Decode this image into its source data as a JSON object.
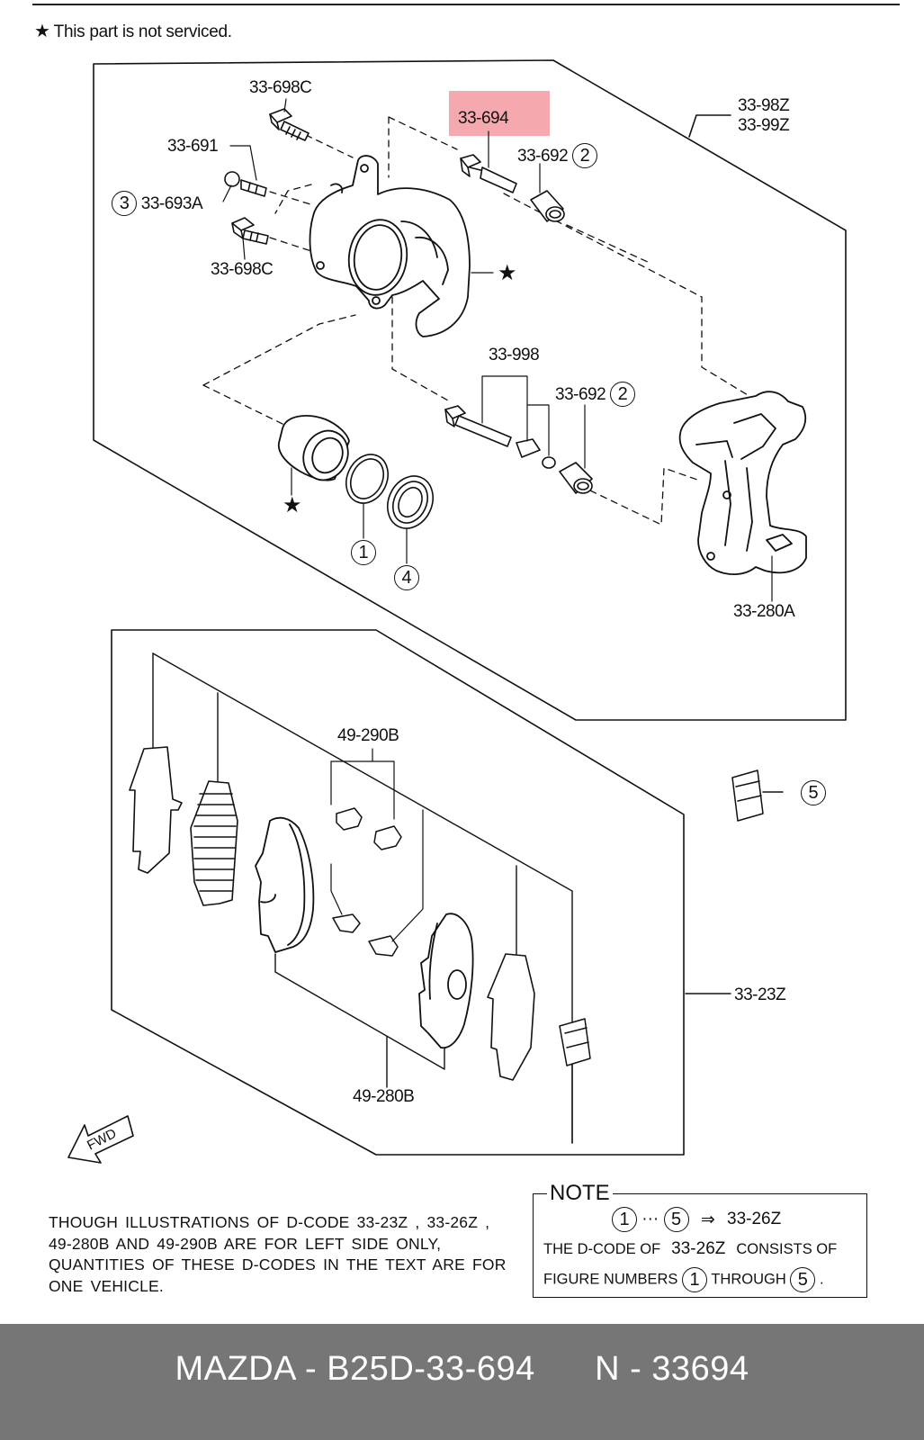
{
  "notice": {
    "star": "★",
    "text": "This part is not serviced."
  },
  "callouts": {
    "c_33698C_top": "33-698C",
    "c_33691": "33-691",
    "c_33693A": "33-693A",
    "c_33698C_bot": "33-698C",
    "c_33694": "33-694",
    "c_33692_top": "33-692",
    "c_33998": "33-998",
    "c_33692_mid": "33-692",
    "c_3398Z": "33-98Z",
    "c_3399Z": "33-99Z",
    "c_33280A": "33-280A",
    "c_49290B": "49-290B",
    "c_3323Z": "33-23Z",
    "c_49280B": "49-280B"
  },
  "figure_numbers": {
    "n1": "1",
    "n2": "2",
    "n3": "3",
    "n4": "4",
    "n5": "5"
  },
  "stars": {
    "s1": "★",
    "s2": "★"
  },
  "fwd_label": "FWD",
  "footnote": "THOUGH ILLUSTRATIONS OF D-CODE 33-23Z , 33-26Z , 49-280B AND 49-290B ARE FOR LEFT SIDE ONLY, QUANTITIES OF THESE D-CODES IN THE TEXT ARE FOR ONE VEHICLE.",
  "note": {
    "title": "NOTE",
    "range_from": "1",
    "ellipsis": "···",
    "range_to": "5",
    "arrow": "⇒",
    "result": "33-26Z",
    "line2_a": "THE D-CODE OF",
    "line2_code": "33-26Z",
    "line2_b": "CONSISTS OF",
    "line3_a": "FIGURE NUMBERS",
    "line3_from": "1",
    "line3_b": "THROUGH",
    "line3_to": "5",
    "line3_end": "."
  },
  "footer": {
    "text": "MAZDA - B25D-33-694      N - 33694"
  },
  "colors": {
    "highlight": "#f4a0a6",
    "footer_bg": "#767676",
    "footer_text": "#ffffff"
  }
}
